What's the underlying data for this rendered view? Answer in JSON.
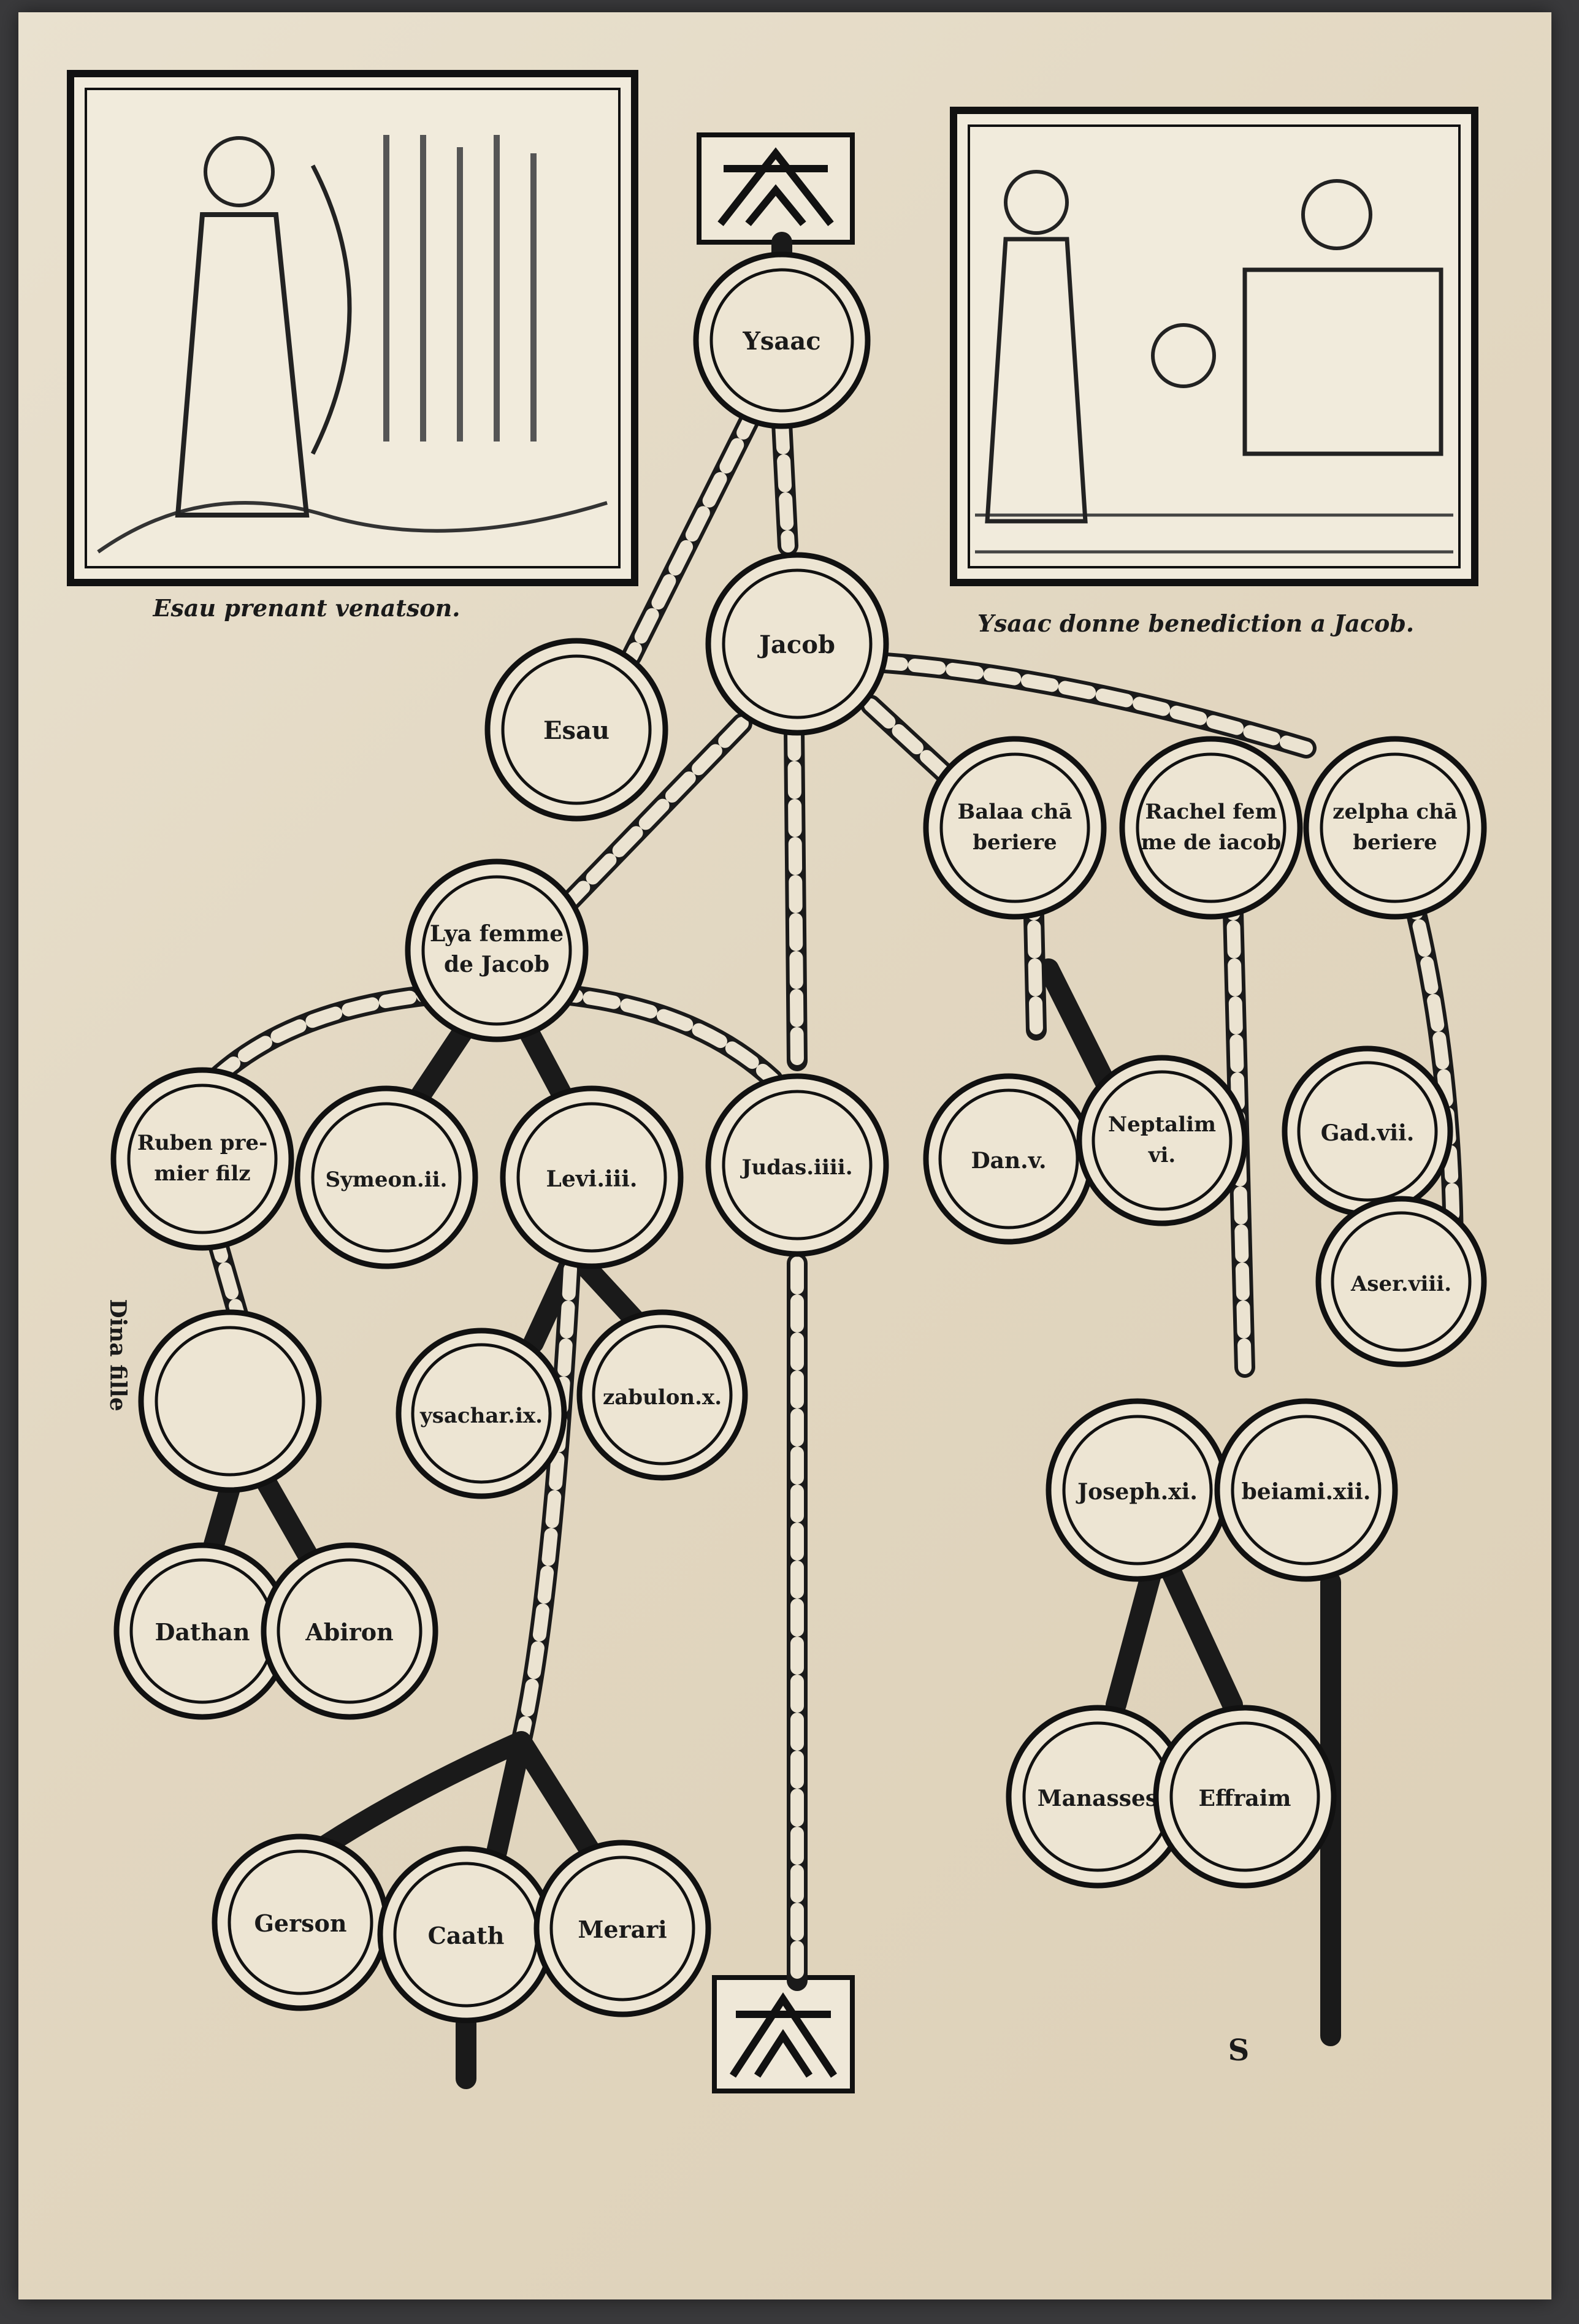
{
  "captions": {
    "left_woodcut": "Esau prenant venatson.",
    "right_woodcut": "Ysaac donne benediction a Jacob."
  },
  "margin_note": "Dina fille",
  "signature": "S",
  "nodes": {
    "ysaac": "Ysaac",
    "jacob": "Jacob",
    "esau": "Esau",
    "lya_1": "Lya femme",
    "lya_2": "de Jacob",
    "balaa_1": "Balaa chā",
    "balaa_2": "beriere",
    "rachel_1": "Rachel fem",
    "rachel_2": "me de iacob",
    "zelpha_1": "zelpha chā",
    "zelpha_2": "beriere",
    "ruben_1": "Ruben pre-",
    "ruben_2": "mier filz",
    "symeon": "Symeon.ii.",
    "levi": "Levi.iii.",
    "judas": "Judas.iiii.",
    "dan": "Dan.v.",
    "neptalim_1": "Neptalim",
    "neptalim_2": "vi.",
    "gad": "Gad.vii.",
    "aser": "Aser.viii.",
    "ysachar": "ysachar.ix.",
    "zabulon": "zabulon.x.",
    "joseph": "Joseph.xi.",
    "beiami": "beiami.xii.",
    "dathan": "Dathan",
    "abiron": "Abiron",
    "manasses": "Manasses",
    "effraim": "Effraim",
    "gerson": "Gerson",
    "caath": "Caath",
    "merari": "Merari"
  }
}
